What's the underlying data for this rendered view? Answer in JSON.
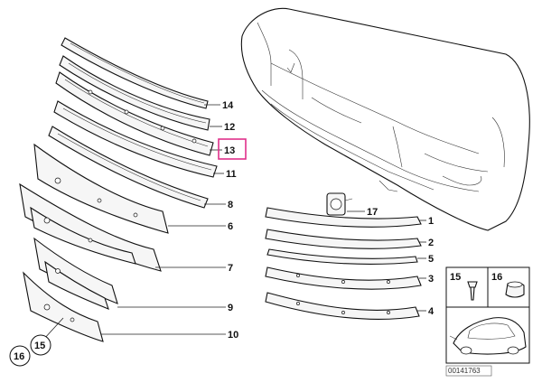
{
  "diagram": {
    "callouts": [
      {
        "id": "14",
        "label": "14"
      },
      {
        "id": "12",
        "label": "12"
      },
      {
        "id": "13",
        "label": "13",
        "highlighted": true
      },
      {
        "id": "11",
        "label": "11"
      },
      {
        "id": "8",
        "label": "8"
      },
      {
        "id": "6",
        "label": "6"
      },
      {
        "id": "7",
        "label": "7"
      },
      {
        "id": "9",
        "label": "9"
      },
      {
        "id": "10",
        "label": "10"
      },
      {
        "id": "17",
        "label": "17"
      },
      {
        "id": "1",
        "label": "1"
      },
      {
        "id": "2",
        "label": "2"
      },
      {
        "id": "5",
        "label": "5"
      },
      {
        "id": "3",
        "label": "3"
      },
      {
        "id": "4",
        "label": "4"
      },
      {
        "id": "15",
        "label": "15"
      },
      {
        "id": "16",
        "label": "16"
      }
    ],
    "inset": {
      "labels": [
        {
          "id": "15",
          "label": "15"
        },
        {
          "id": "16",
          "label": "16"
        }
      ]
    },
    "diagram_number": "00141763",
    "highlight_color": "#e0308a"
  }
}
